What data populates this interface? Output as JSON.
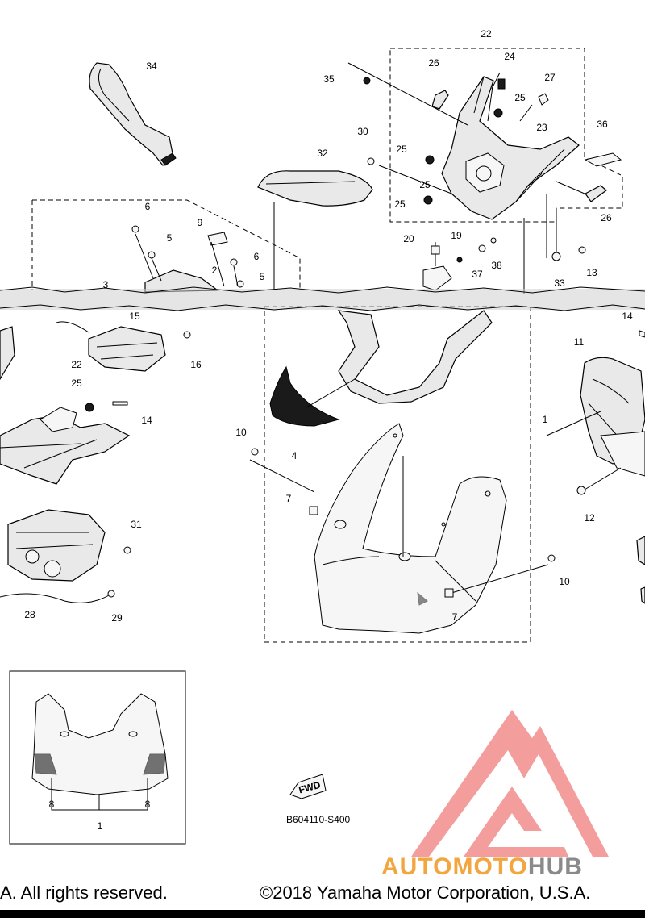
{
  "diagram": {
    "callouts": [
      "34",
      "35",
      "26",
      "22",
      "24",
      "25",
      "27",
      "30",
      "32",
      "25",
      "23",
      "36",
      "25",
      "25",
      "26",
      "20",
      "19",
      "38",
      "37",
      "13",
      "33",
      "6",
      "9",
      "5",
      "2",
      "6",
      "5",
      "3",
      "15",
      "16",
      "22",
      "25",
      "14",
      "14",
      "11",
      "4",
      "10",
      "7",
      "1",
      "12",
      "31",
      "10",
      "7",
      "28",
      "29",
      "8",
      "8",
      "1"
    ],
    "fwd_label": "FWD",
    "drawing_code": "B604110-S400"
  },
  "watermark": {
    "part1": "AUTO",
    "part2": "MOTO",
    "part3": "HUB",
    "colors": {
      "logo": "#f28c8c",
      "auto": "#f2a640",
      "hub": "#8a8a8a"
    }
  },
  "footer": {
    "left": "A. All rights reserved.",
    "right": "©2018 Yamaha Motor Corporation, U.S.A."
  }
}
